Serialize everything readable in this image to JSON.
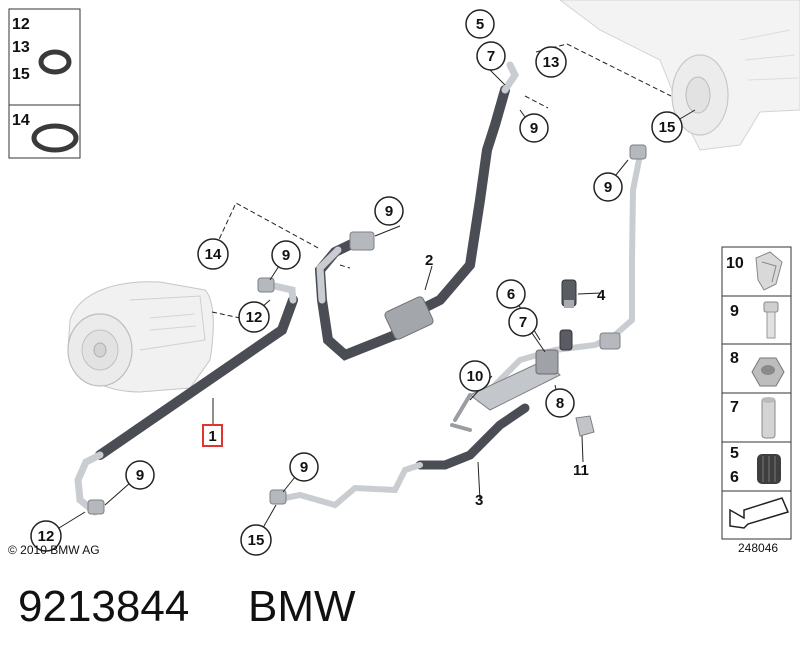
{
  "callouts": {
    "c_5_top": "5",
    "c_7_top": "7",
    "c_13_top": "13",
    "c_9_top": "9",
    "c_15_top": "15",
    "c_9_right": "9",
    "c_9_mid": "9",
    "c_9_comp": "9",
    "c_14": "14",
    "c_12_comp": "12",
    "c_6": "6",
    "c_7_mid": "7",
    "c_10": "10",
    "c_8": "8",
    "c_9_low": "9",
    "c_12_low": "12",
    "c_9_bottom": "9",
    "c_15_bottom": "15"
  },
  "labels": {
    "l_2": "2",
    "l_4": "4",
    "l_1": "1",
    "l_3": "3",
    "l_11": "11"
  },
  "oring_panel": {
    "n12": "12",
    "n13": "13",
    "n15": "15",
    "n14": "14"
  },
  "parts_panel": {
    "n10": "10",
    "n9": "9",
    "n8": "8",
    "n7": "7",
    "n5": "5",
    "n6": "6"
  },
  "copyright": "© 2010 BMW AG",
  "diagram_id": "248046",
  "part_number": "9213844",
  "brand": "BMW",
  "colors": {
    "highlight": "#e0342f",
    "hose": "#4b4d55",
    "pipe": "#c9ccd1"
  }
}
